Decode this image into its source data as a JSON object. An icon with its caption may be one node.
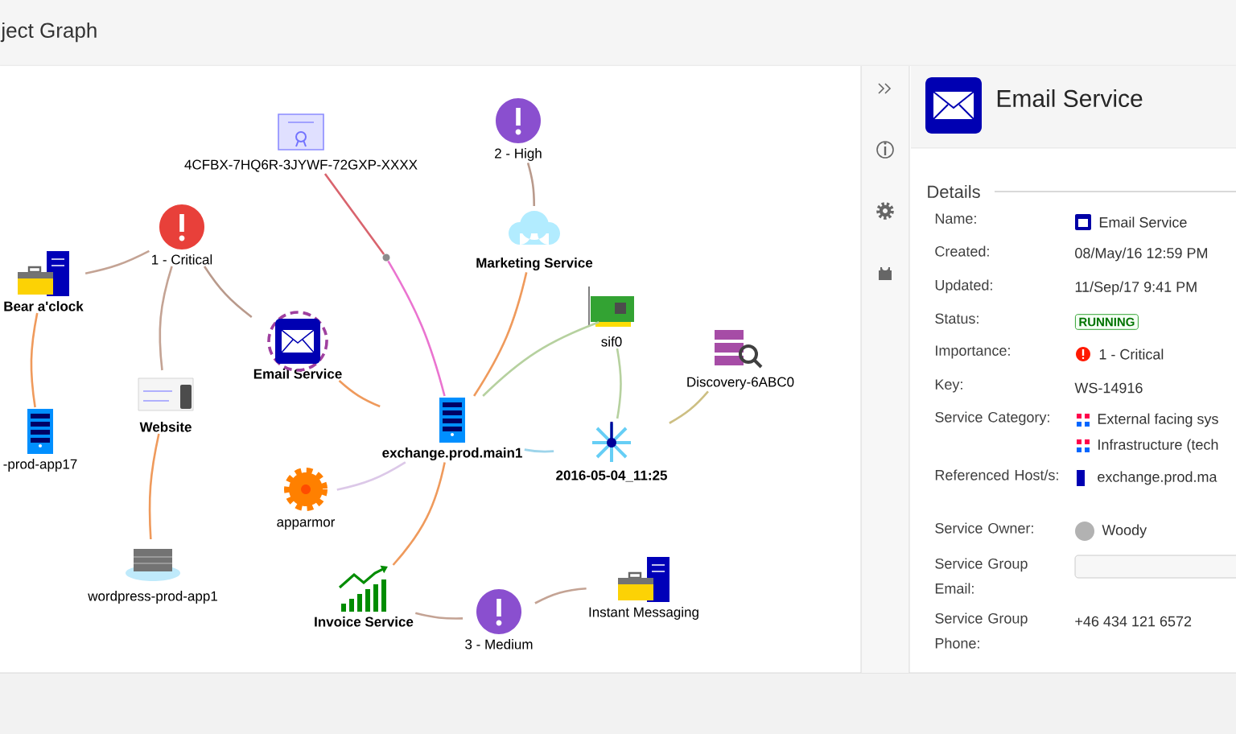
{
  "diagram": {
    "nodes": [
      {
        "text": [
          "4CFBX-7HQ6R-3JYWF-72GXP-XXXX"
        ]
      },
      {
        "text": [
          "2 - High"
        ]
      },
      {
        "text": [],
        "shape": "point"
      },
      {
        "text": [
          "Marketing Service"
        ]
      },
      {
        "text": [
          "1 - Critical"
        ]
      },
      {
        "text": [
          "Bear a'clock"
        ]
      },
      {
        "text": [
          "Email Service"
        ]
      },
      {
        "text": [
          "sif0"
        ]
      },
      {
        "text": [
          "Discovery-6ABC0"
        ]
      },
      {
        "text": [
          "Website"
        ]
      },
      {
        "text": [
          "exchange.prod.main1"
        ]
      },
      {
        "text": [
          "-prod-app17"
        ]
      },
      {
        "text": [
          "2016-05-04_11:25"
        ]
      },
      {
        "text": [
          "apparmor"
        ]
      },
      {
        "text": [
          "wordpress-prod-app1"
        ]
      },
      {
        "text": [
          "Invoice Service"
        ]
      },
      {
        "text": [
          "3 - Medium"
        ]
      },
      {
        "text": [
          "Instant Messaging"
        ]
      }
    ],
    "edges": [
      {
        "from": 0,
        "to": 2,
        "arrow": "none",
        "color": "#d9646e"
      },
      {
        "from": 1,
        "to": 3,
        "arrow": "none",
        "color": "#b99a8c"
      },
      {
        "from": 4,
        "to": 5,
        "arrow": "none",
        "color": "#c4a394"
      },
      {
        "from": 4,
        "to": 6,
        "arrow": "none",
        "color": "#b99a8c"
      },
      {
        "from": 4,
        "to": 9,
        "arrow": "none",
        "color": "#c4a394"
      },
      {
        "from": 5,
        "to": 11,
        "arrow": "none",
        "color": "#ef9a5c"
      },
      {
        "from": 2,
        "to": 10,
        "arrow": "none",
        "color": "#ea74d0"
      },
      {
        "from": 3,
        "to": 10,
        "arrow": "none",
        "color": "#ef9a5c"
      },
      {
        "from": 6,
        "to": 10,
        "arrow": "none",
        "color": "#ef9a5c"
      },
      {
        "from": 7,
        "to": 10,
        "arrow": "none",
        "color": "#b6d19f"
      },
      {
        "from": 7,
        "to": 12,
        "arrow": "none",
        "color": "#b6d19f"
      },
      {
        "from": 8,
        "to": 12,
        "arrow": "none",
        "color": "#cdbf83"
      },
      {
        "from": 10,
        "to": 12,
        "arrow": "none",
        "color": "#9dd4ea"
      },
      {
        "from": 10,
        "to": 13,
        "arrow": "none",
        "color": "#dcc8e8"
      },
      {
        "from": 10,
        "to": 15,
        "arrow": "none",
        "color": "#ef9a5c"
      },
      {
        "from": 9,
        "to": 14,
        "arrow": "none",
        "color": "#ef9a5c"
      },
      {
        "from": 15,
        "to": 16,
        "arrow": "none",
        "color": "#c4a394"
      },
      {
        "from": 16,
        "to": 17,
        "arrow": "none",
        "color": "#c4a394"
      }
    ],
    "labels": [
      "ject Graph",
      "Email Service",
      "Details",
      "Name:",
      "Email Service",
      "Created:",
      "08/May/16 12:59 PM",
      "Updated:",
      "11/Sep/17 9:41 PM",
      "Status:",
      "RUNNING",
      "Importance:",
      "1 - Critical",
      "Key:",
      "WS-14916",
      "Service Category:",
      "External facing sys",
      "Infrastructure (tech",
      "Referenced Host/s:",
      "exchange.prod.ma",
      "Service Owner:",
      "Woody",
      "Service Group Email:",
      "Service Group Phone:",
      "+46 434 121 6572"
    ]
  }
}
